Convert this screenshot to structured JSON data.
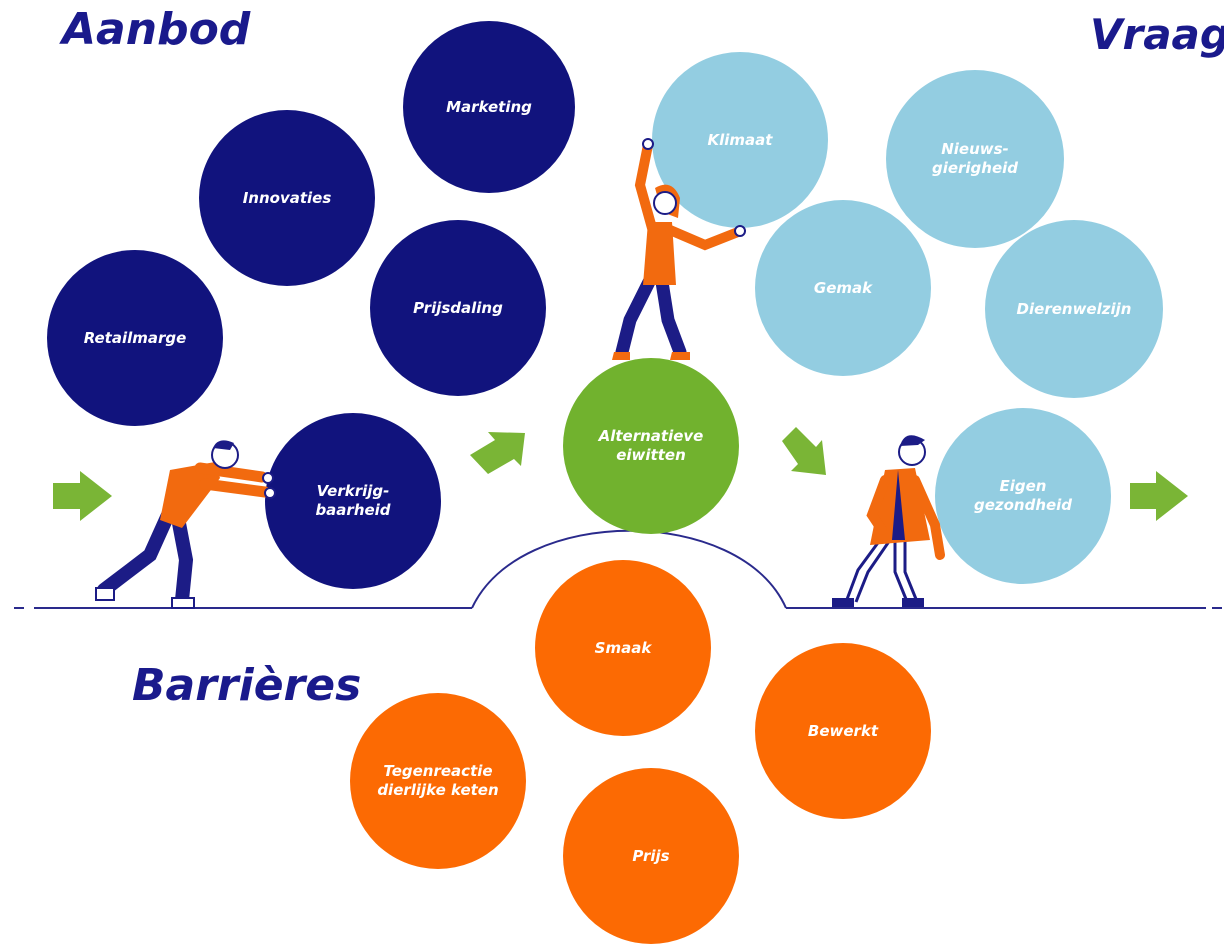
{
  "headings": {
    "supply": "Aanbod",
    "demand": "Vraag",
    "barriers": "Barrières"
  },
  "colors": {
    "supply": "#11137d",
    "demand": "#93cde1",
    "center": "#71b22e",
    "barriers": "#fc6a03",
    "heading": "#1a1a8c",
    "arrow": "#7ab536"
  },
  "supply_drivers": [
    {
      "label": "Marketing"
    },
    {
      "label": "Innovaties"
    },
    {
      "label": "Prijsdaling"
    },
    {
      "label": "Retailmarge"
    },
    {
      "label": "Verkrijg-\nbaarheid"
    }
  ],
  "center": {
    "label": "Alternatieve\neiwitten"
  },
  "demand_drivers": [
    {
      "label": "Klimaat"
    },
    {
      "label": "Nieuws-\ngierigheid"
    },
    {
      "label": "Gemak"
    },
    {
      "label": "Dierenwelzijn"
    },
    {
      "label": "Eigen\ngezondheid"
    }
  ],
  "barriers": [
    {
      "label": "Smaak"
    },
    {
      "label": "Bewerkt"
    },
    {
      "label": "Tegenreactie\ndierlijke keten"
    },
    {
      "label": "Prijs"
    }
  ],
  "icons": [
    "arrow-right-icon",
    "person-pushing-icon",
    "person-lifting-icon",
    "person-leaning-icon"
  ]
}
